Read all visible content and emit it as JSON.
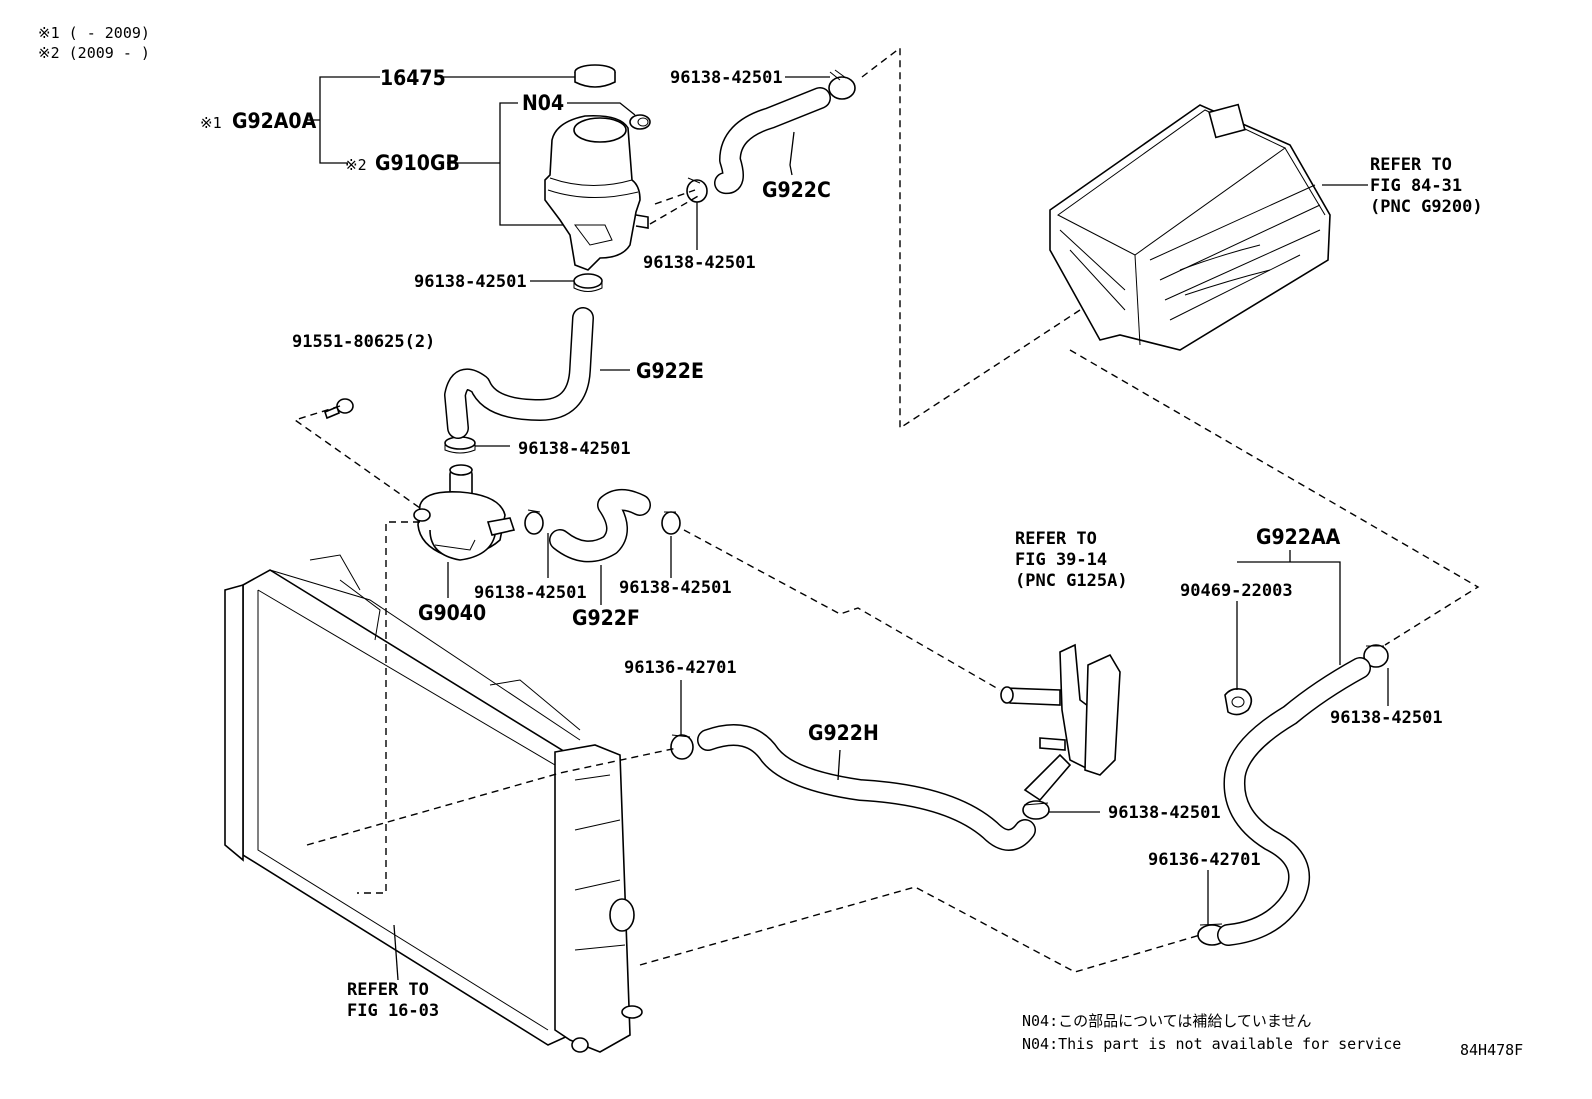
{
  "notes": {
    "range1": "※1 (    - 2009)",
    "range2": "※2 (2009 -    )"
  },
  "labels": {
    "p16475": "16475",
    "pN04": "N04",
    "pG92A0A": "G92A0A",
    "pG92A0A_mark": "※1",
    "pG910GB": "G910GB",
    "pG910GB_mark": "※2",
    "pG922C": "G922C",
    "pG922E": "G922E",
    "pG922F": "G922F",
    "pG9040": "G9040",
    "pG922H": "G922H",
    "pG922AA": "G922AA",
    "clamp_a": "96138-42501",
    "clamp_b": "96138-42501",
    "clamp_c": "96138-42501",
    "clamp_d": "96138-42501",
    "clamp_e": "96138-42501",
    "clamp_f": "96138-42501",
    "clamp_g": "96138-42501",
    "clamp_h": "96138-42501",
    "clamp_i": "96136-42701",
    "clamp_j": "96136-42701",
    "bolt": "91551-80625(2)",
    "grommet": "90469-22003"
  },
  "refs": {
    "inverter": [
      "REFER TO",
      "FIG 84-31",
      "(PNC G9200)"
    ],
    "cooler": [
      "REFER TO",
      "FIG 39-14",
      "(PNC G125A)"
    ],
    "radiator": [
      "REFER TO",
      "FIG 16-03"
    ]
  },
  "footer": {
    "note_jp": "N04:この部品については補給していません",
    "note_en": "N04:This part is not available for service",
    "code": "84H478F"
  }
}
